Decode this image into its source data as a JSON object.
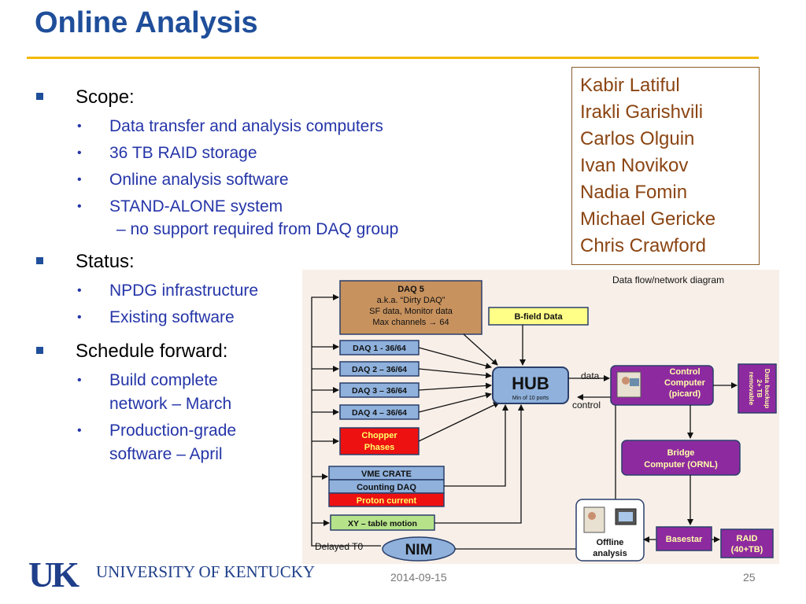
{
  "slide": {
    "title": "Online Analysis",
    "date": "2014-09-15",
    "page_number": "25"
  },
  "bullets": {
    "scope": {
      "label": "Scope:",
      "items": [
        "Data transfer and analysis computers",
        "36 TB  RAID storage",
        "Online analysis software",
        "STAND-ALONE system"
      ],
      "note": "– no support required from DAQ group"
    },
    "status": {
      "label": "Status:",
      "items": [
        "NPDG infrastructure",
        "Existing software"
      ]
    },
    "schedule": {
      "label": "Schedule forward:",
      "items": [
        {
          "line1": "Build complete",
          "line2": "network – March"
        },
        {
          "line1": "Production-grade",
          "line2": "software – April"
        }
      ]
    }
  },
  "names": [
    "Kabir Latiful",
    "Irakli Garishvili",
    "Carlos Olguin",
    "Ivan Novikov",
    "Nadia Fomin",
    "Michael Gericke",
    "Chris Crawford"
  ],
  "diagram": {
    "title": "Data flow/network diagram",
    "daq5": {
      "line1": "DAQ 5",
      "line2": "a.k.a. “Dirty DAQ”",
      "line3": "SF data, Monitor data",
      "line4": "Max channels → 64"
    },
    "bfield": "B-field Data",
    "daq_boxes": [
      "DAQ 1 - 36/64",
      "DAQ 2 – 36/64",
      "DAQ 3 – 36/64",
      "DAQ 4 – 36/64"
    ],
    "chopper": {
      "line1": "Chopper",
      "line2": "Phases"
    },
    "vme": "VME CRATE",
    "counting": "Counting DAQ",
    "proton": "Proton current",
    "xy": "XY – table motion",
    "delayed": "Delayed T0",
    "nim": "NIM",
    "hub": "HUB",
    "hub_sub": "Min of 10 ports",
    "data_label": "data",
    "control_label": "control",
    "control_computer": {
      "line1": "Control",
      "line2": "Computer",
      "line3": "(picard)"
    },
    "backup": {
      "line1": "Data backup",
      "line2": "2+ TB",
      "line3": "removable"
    },
    "bridge": {
      "line1": "Bridge",
      "line2": "Computer (ORNL)"
    },
    "basestar": "Basestar",
    "raid": {
      "line1": "RAID",
      "line2": "(40+TB)"
    },
    "offline": {
      "line1": "Offline",
      "line2": "analysis"
    },
    "colors": {
      "background": "#f7efe8",
      "daq5": "#c8925e",
      "daq": "#8fb1dc",
      "hub": "#8fb1dc",
      "chopper": "#ee1111",
      "bfield": "#ffff88",
      "xy": "#b6e38a",
      "purple": "#8e2aa0"
    }
  },
  "footer": {
    "logo_letters": "UK",
    "university": "UNIVERSITY OF KENTUCKY"
  }
}
